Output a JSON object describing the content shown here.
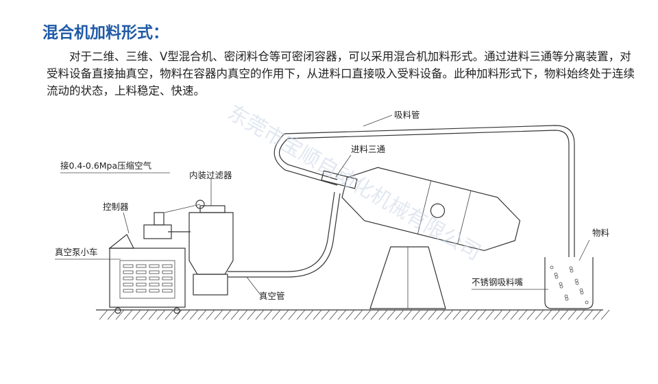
{
  "title": "混合机加料形式：",
  "paragraph": "对于二维、三维、V型混合机、密闭料仓等可密闭容器，可以采用混合机加料形式。通过进料三通等分离装置，对受料设备直接抽真空，物料在容器内真空的作用下，从进料口直接吸入受料设备。此种加料形式下，物料始终处于连续流动的状态，上料稳定、快速。",
  "labels": {
    "suction_pipe": "吸料管",
    "feed_tee": "进料三通",
    "compressed_air": "接0.4-0.6Mpa压缩空气",
    "filter": "内装过滤器",
    "controller": "控制器",
    "vacuum_cart": "真空泵小车",
    "vacuum_pipe": "真空管",
    "material": "物料",
    "nozzle": "不锈钢吸料嘴"
  },
  "watermark": "东莞市宝顺自动化机械有限公司"
}
